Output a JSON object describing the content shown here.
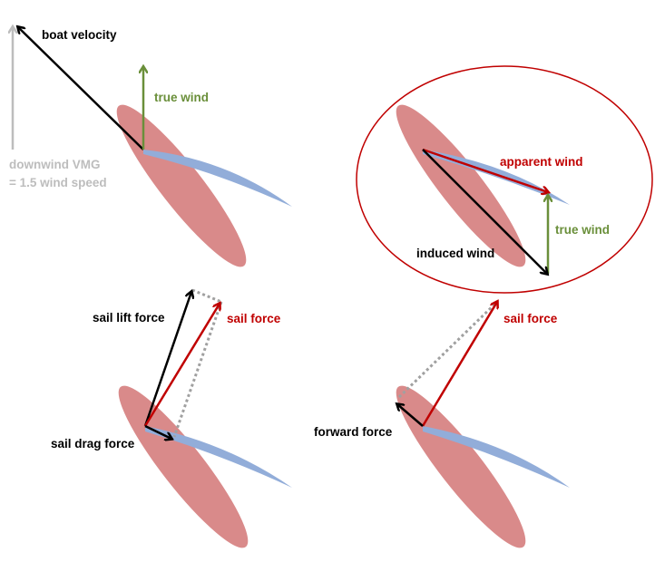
{
  "colors": {
    "hull": "#d98a8a",
    "sail": "#92add9",
    "black": "#000000",
    "red": "#c00000",
    "green": "#6a8f3a",
    "grey": "#bdbdbd",
    "dotted": "#a0a0a0"
  },
  "panel_top_left": {
    "boat_velocity": "boat velocity",
    "true_wind": "true wind",
    "vmg_line1": "downwind VMG",
    "vmg_line2": "= 1.5 wind speed"
  },
  "panel_top_right": {
    "apparent_wind": "apparent wind",
    "true_wind": "true wind",
    "induced_wind": "induced wind"
  },
  "panel_bottom_left": {
    "sail_lift_force": "sail lift force",
    "sail_force": "sail force",
    "sail_drag_force": "sail drag force"
  },
  "panel_bottom_right": {
    "sail_force": "sail force",
    "forward_force": "forward force"
  }
}
